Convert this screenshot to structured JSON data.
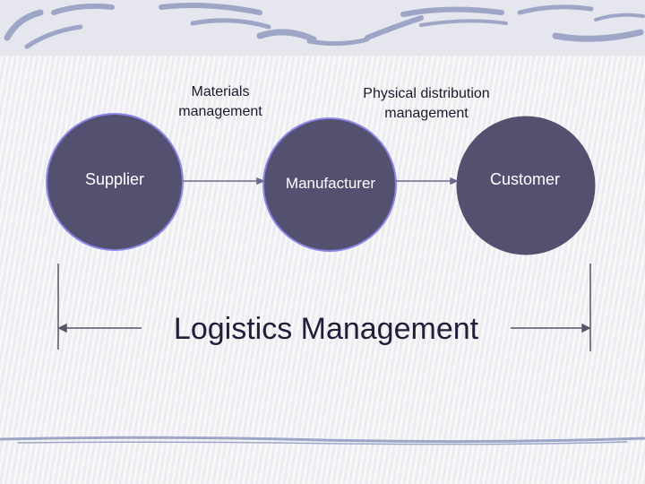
{
  "diagram": {
    "stages": [
      {
        "id": "supplier",
        "label": "Supplier"
      },
      {
        "id": "manufacturer",
        "label": "Manufacturer"
      },
      {
        "id": "customer",
        "label": "Customer"
      }
    ],
    "segments": [
      {
        "label_line1": "Materials",
        "label_line2": "management"
      },
      {
        "label_line1": "Physical distribution",
        "label_line2": "management"
      }
    ],
    "span_label": "Logistics Management"
  },
  "colors": {
    "node_fill": "#545170",
    "node_stroke": "#8a86e6",
    "arrow": "#6a6a8c",
    "bracket": "#555566",
    "swoosh": "#9ea6c8"
  }
}
